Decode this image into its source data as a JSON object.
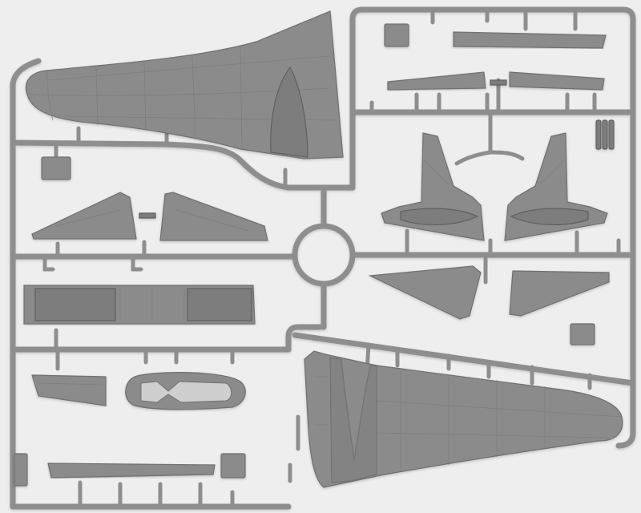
{
  "title": "",
  "parts": {
    "left_wing_upper": "left-wing-upper",
    "right_wing_lower": "right-wing-lower",
    "tail_fins": "vertical-stabilizers",
    "horizontal_stabilizers": "horizontal-stabilizers",
    "fuselage_floor": "cockpit-floor",
    "canopy": "canopy",
    "flaps": "flaps"
  },
  "colors": {
    "background": "#eeeeee",
    "plastic": "#8b8b8b",
    "plastic_edge": "#6f6f6f",
    "runner": "#8e8e8e"
  }
}
